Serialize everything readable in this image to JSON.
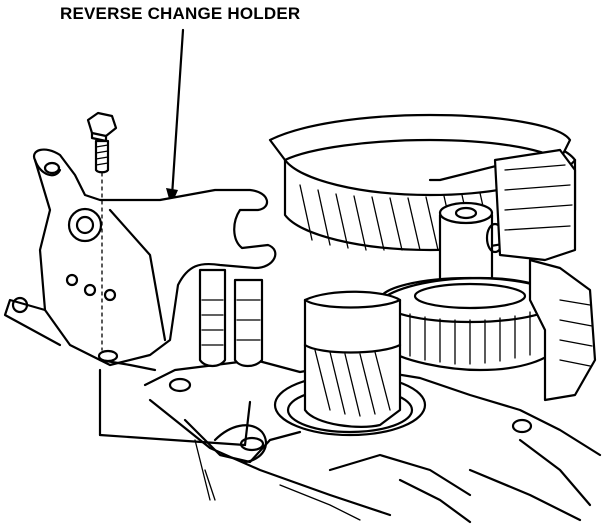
{
  "diagram": {
    "callout_label": "REVERSE CHANGE HOLDER"
  },
  "parts": [
    {
      "name": "bolt-icon"
    },
    {
      "name": "reverse-change-holder"
    },
    {
      "name": "transmission-gears"
    },
    {
      "name": "transmission-case"
    }
  ]
}
